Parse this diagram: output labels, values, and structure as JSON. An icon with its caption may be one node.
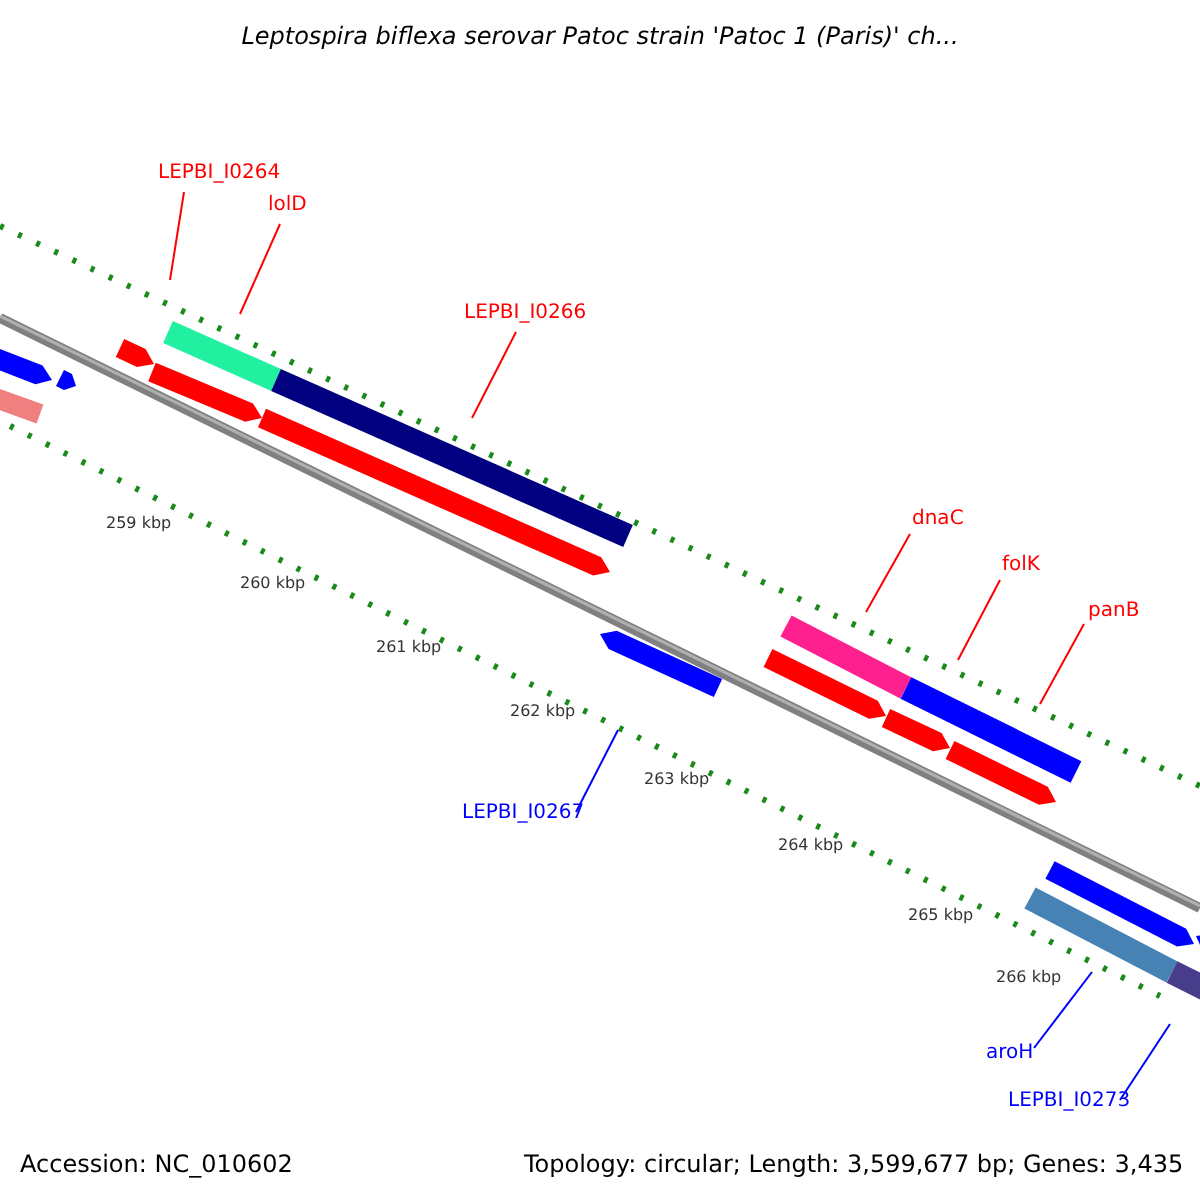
{
  "diagram": {
    "title": "Leptospira biflexa serovar Patoc strain 'Patoc 1 (Paris)' ch...",
    "nodes": [
      {
        "text": [
          "LEPBI_I0264"
        ]
      },
      {
        "text": [
          "lolD"
        ]
      },
      {
        "text": [
          "LEPBI_I0266"
        ]
      },
      {
        "text": [
          "dnaC"
        ]
      },
      {
        "text": [
          "folK"
        ]
      },
      {
        "text": [
          "panB"
        ]
      },
      {
        "text": [
          "LEPBI_I0267"
        ]
      },
      {
        "text": [
          "aroH"
        ]
      },
      {
        "text": [
          "LEPBI_I0273"
        ]
      }
    ],
    "edges": [
      {
        "from": 0,
        "to": null,
        "arrow": "none"
      },
      {
        "from": 1,
        "to": null,
        "arrow": "none"
      },
      {
        "from": 2,
        "to": null,
        "arrow": "none"
      },
      {
        "from": 3,
        "to": null,
        "arrow": "none"
      },
      {
        "from": 4,
        "to": null,
        "arrow": "none"
      },
      {
        "from": 5,
        "to": null,
        "arrow": "none"
      },
      {
        "from": 6,
        "to": null,
        "arrow": "none",
        "color": "#0000ff"
      },
      {
        "from": 7,
        "to": null,
        "arrow": "none",
        "color": "#0000ff"
      },
      {
        "from": 8,
        "to": null,
        "arrow": "none",
        "color": "#0000ff"
      }
    ],
    "labels": [
      "259 kbp",
      "260 kbp",
      "261 kbp",
      "262 kbp",
      "263 kbp",
      "264 kbp",
      "265 kbp",
      "266 kbp",
      "Accession: NC_010602",
      "Topology: circular; Length: 3,599,677 bp; Genes: 3,435"
    ]
  }
}
